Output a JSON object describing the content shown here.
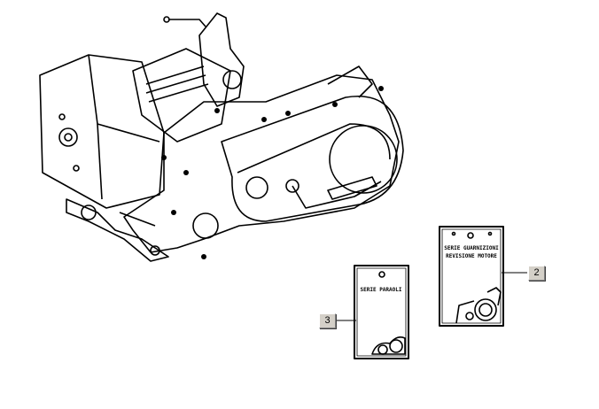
{
  "diagram": {
    "callouts": [
      {
        "number": "2",
        "part": "gasket-set-packet"
      },
      {
        "number": "3",
        "part": "oil-seal-set-packet"
      }
    ],
    "packets": [
      {
        "lines": [
          "SERIE GUARNIZIONI",
          "REVISIONE MOTORE"
        ]
      },
      {
        "lines": [
          "SERIE PARAOLI"
        ]
      }
    ]
  }
}
